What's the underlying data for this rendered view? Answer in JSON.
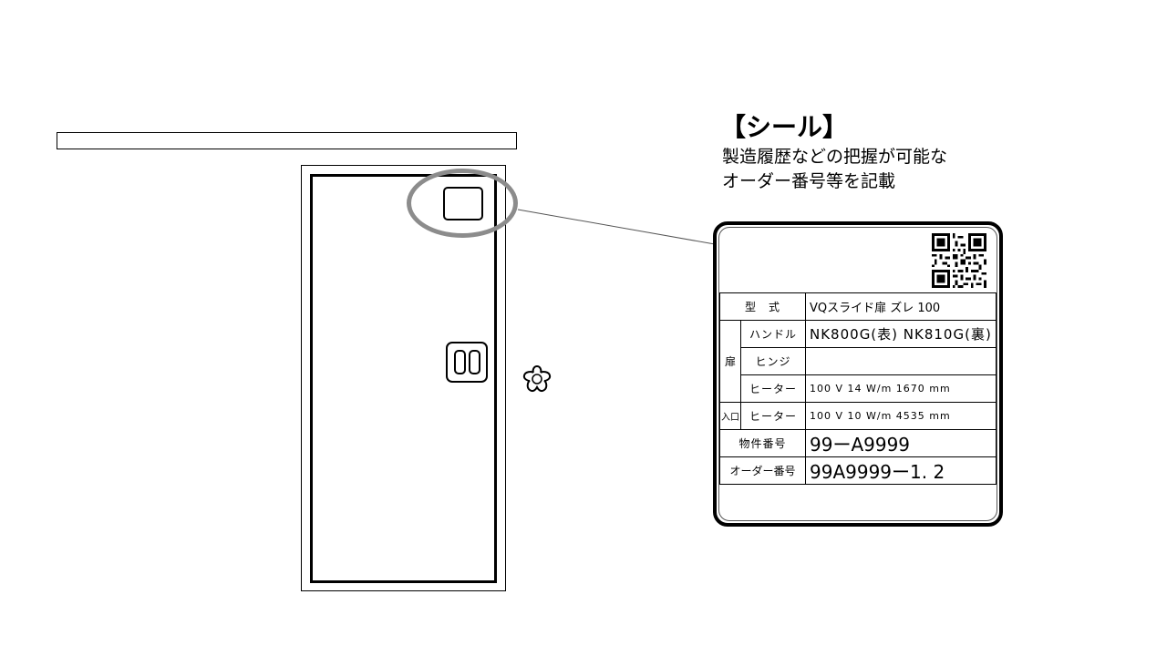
{
  "callout": {
    "title": "【シール】",
    "description_line1": "製造履歴などの把握が可能な",
    "description_line2": "オーダー番号等を記載"
  },
  "label": {
    "rows": {
      "model_key": "型　式",
      "model_value": "VQスライド扉 ズレ 100",
      "door_group": "扉",
      "handle_key": "ハンドル",
      "handle_value": "NK800G(表) NK810G(裏)",
      "hinge_key": "ヒンジ",
      "hinge_value": "",
      "door_heater_key": "ヒーター",
      "door_heater_value": "100 V 14 W/m 1670 mm",
      "entrance_group": "入口",
      "entrance_heater_key": "ヒーター",
      "entrance_heater_value": "100 V 10 W/m 4535 mm",
      "property_key": "物件番号",
      "property_value": "99ーA9999",
      "order_key": "オーダー番号",
      "order_value": "99A9999ー1. 2"
    }
  },
  "colors": {
    "highlight": "#8c8c8c",
    "line": "#000000"
  }
}
